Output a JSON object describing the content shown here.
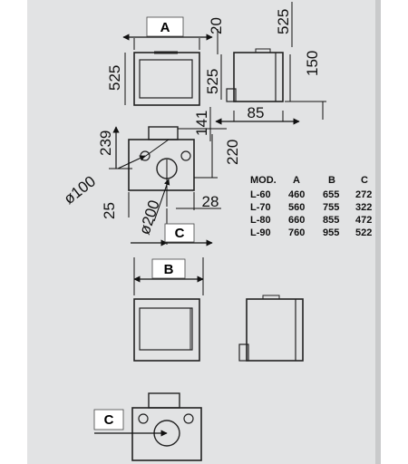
{
  "diagram": {
    "top_section": {
      "front_view": {
        "width_label": "A",
        "height_label": "525",
        "top_offset_label": "20"
      },
      "side_view": {
        "height_label": "525",
        "top_height_label": "525",
        "leg_height_label": "150",
        "depth_label": "85"
      },
      "top_view": {
        "flue_offset_label": "141",
        "depth_label": "239",
        "flue_center_label": "220",
        "small_flue_label": "ø100",
        "large_flue_label": "ø200",
        "left_margin_label": "25",
        "right_margin_label": "28",
        "offset_label": "C"
      }
    },
    "table": {
      "headers": [
        "MOD.",
        "A",
        "B",
        "C"
      ],
      "rows": [
        [
          "L-60",
          "460",
          "655",
          "272"
        ],
        [
          "L-70",
          "560",
          "755",
          "322"
        ],
        [
          "L-80",
          "660",
          "855",
          "472"
        ],
        [
          "L-90",
          "760",
          "955",
          "522"
        ]
      ]
    },
    "bottom_section": {
      "front_width_label": "B",
      "top_offset_label": "C"
    }
  }
}
